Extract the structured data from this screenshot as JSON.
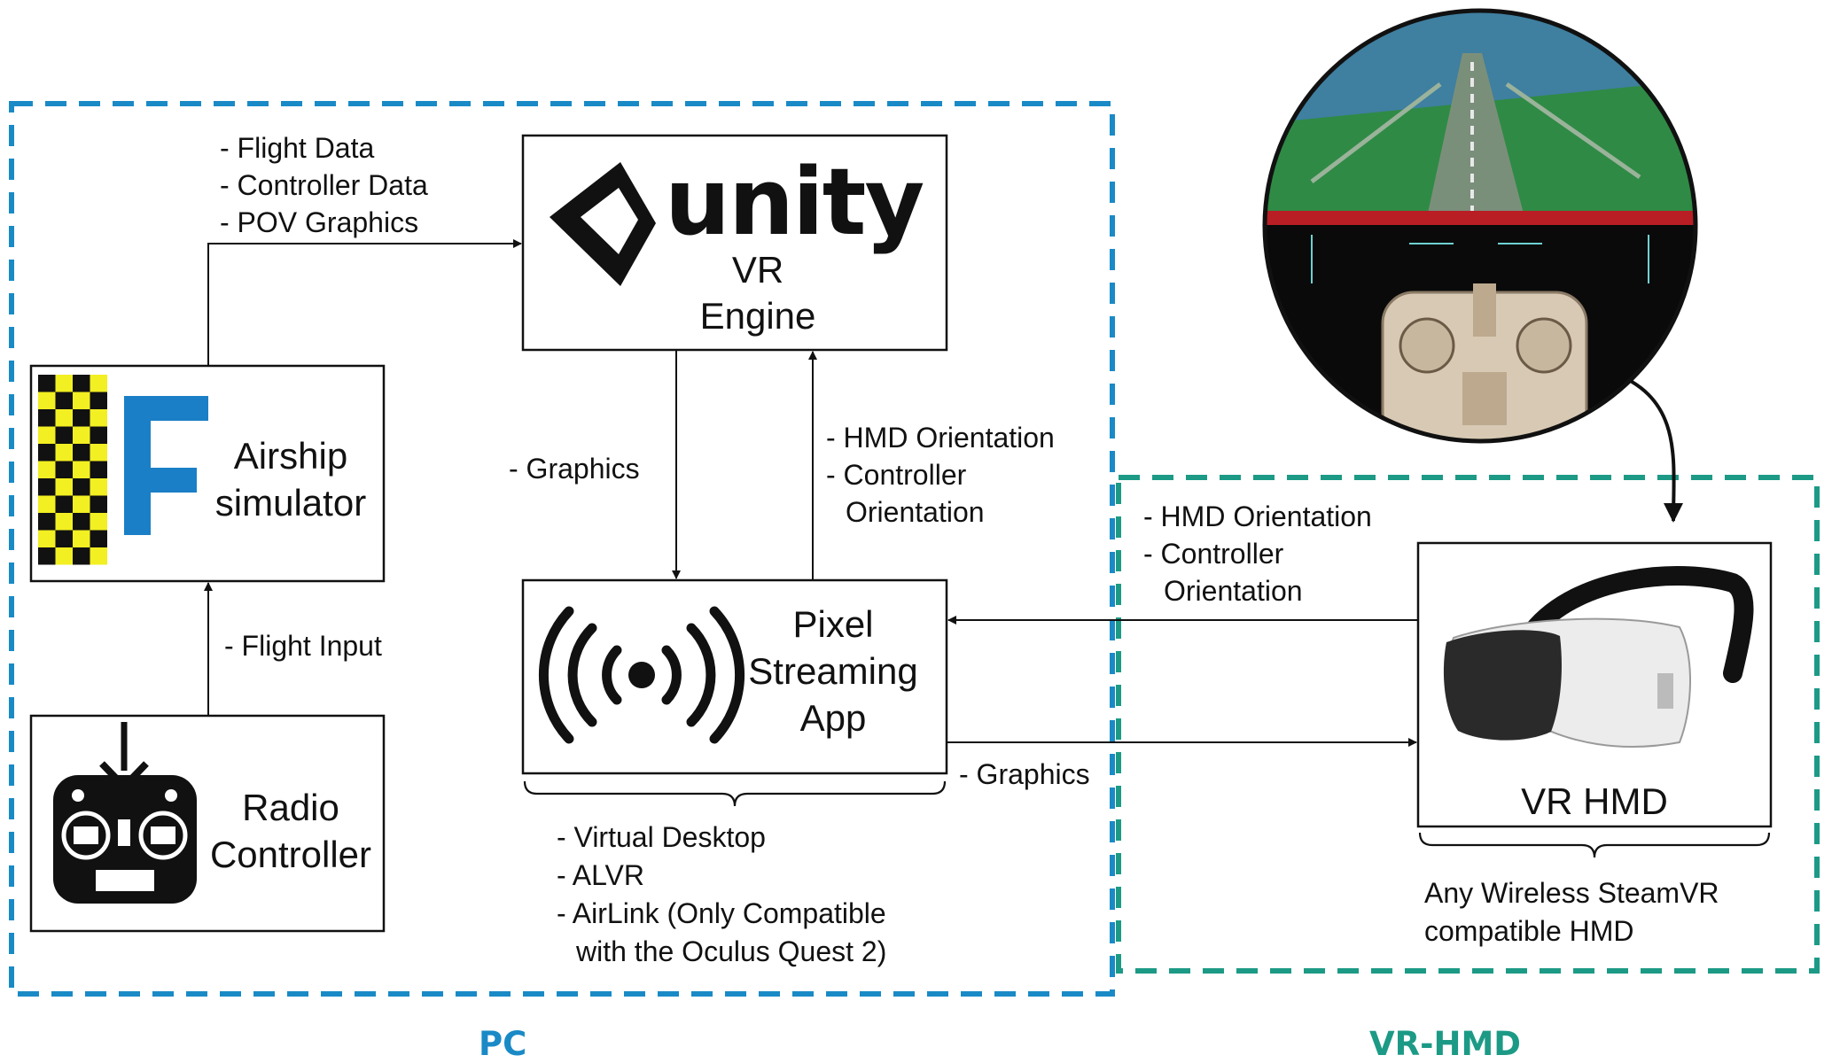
{
  "groups": {
    "pc": {
      "label": "PC",
      "color": "#1a8ac6"
    },
    "vr": {
      "label": "VR-HMD",
      "color": "#1c9a86"
    }
  },
  "nodes": {
    "unity": {
      "logo_text": "unity",
      "line1": "VR",
      "line2": "Engine"
    },
    "airship": {
      "line1": "Airship",
      "line2": "simulator",
      "logo_letter": "F"
    },
    "radio": {
      "line1": "Radio",
      "line2": "Controller"
    },
    "pixel": {
      "line1": "Pixel",
      "line2": "Streaming",
      "line3": "App"
    },
    "hmd": {
      "label": "VR HMD"
    }
  },
  "edges": {
    "sim_to_unity": [
      "- Flight Data",
      "- Controller Data",
      "- POV Graphics"
    ],
    "unity_to_pixel": [
      "- Graphics"
    ],
    "pixel_to_unity": [
      "- HMD Orientation",
      "- Controller",
      "Orientation"
    ],
    "radio_to_sim": [
      "- Flight Input"
    ],
    "hmd_to_pixel": [
      "- HMD Orientation",
      "- Controller",
      "Orientation"
    ],
    "pixel_to_hmd": [
      "- Graphics"
    ]
  },
  "notes": {
    "streaming_options": [
      "- Virtual Desktop",
      "- ALVR",
      "- AirLink (Only Compatible",
      "with the Oculus Quest 2)"
    ],
    "hmd_note": [
      "Any Wireless SteamVR",
      "compatible HMD"
    ]
  },
  "colors": {
    "checker_yellow": "#f2ef22",
    "f_blue": "#1a7fc6",
    "line": "#111111"
  }
}
